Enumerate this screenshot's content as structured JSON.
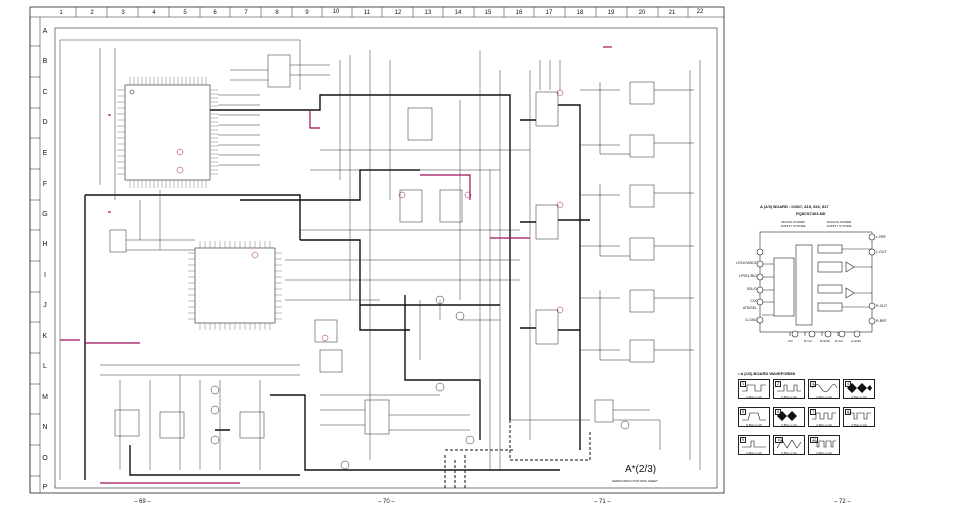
{
  "sheet": {
    "columns": [
      "1",
      "2",
      "3",
      "4",
      "5",
      "6",
      "7",
      "8",
      "9",
      "10",
      "11",
      "12",
      "13",
      "14",
      "15",
      "16",
      "17",
      "18",
      "19",
      "20",
      "21",
      "22"
    ],
    "rows": [
      "A",
      "B",
      "C",
      "D",
      "E",
      "F",
      "G",
      "H",
      "I",
      "J",
      "K",
      "L",
      "M",
      "N",
      "O",
      "P"
    ],
    "page_numbers": [
      "– 69 –",
      "– 70 –",
      "– 71 –",
      "– 72 –"
    ],
    "title": "A*(2/3)",
    "title_note": "SEMICONDUCTOR DATA SHEET"
  },
  "block_diagram": {
    "title": "A (2/3) BOARD : IC807, 815, 816, 817",
    "part": "PQ8CS7403-ND",
    "digital_supply": "DIGITAL POWER SUPPLY SYSTEM",
    "analog_supply": "ANALOG POWER SUPPLY SYSTEM",
    "left_pins": [
      "LRCK/WSCK",
      "LPSEL/RIG",
      "DSL/D",
      "CLK",
      "ATN/SEL",
      "D-GND"
    ],
    "right_pins": [
      "L-REF",
      "L-OUT",
      "R-OUT",
      "R-REF"
    ],
    "bottom_pins": [
      "Vcc",
      "D-Vcc",
      "D-GND",
      "D-Vcc",
      "A-GND"
    ]
  },
  "waveforms": {
    "title": "• A (2/3) BOARD WAVEFORMS",
    "items": [
      {
        "num": "1",
        "caption": "2.8Vp-p (H)"
      },
      {
        "num": "2",
        "caption": "2.8Vp-p (H)"
      },
      {
        "num": "3",
        "caption": "2.8Vp-p (H)"
      },
      {
        "num": "4",
        "caption": "2.8Vp-p (H)"
      },
      {
        "num": "5",
        "caption": "5.8Vp-p (H)"
      },
      {
        "num": "6",
        "caption": "2.8Vp-p (H)"
      },
      {
        "num": "7",
        "caption": "2.8Vp-p (H)"
      },
      {
        "num": "8",
        "caption": "2.8Vp-p (H)"
      },
      {
        "num": "9",
        "caption": "2.8Vp-p (H)"
      },
      {
        "num": "10",
        "caption": "2.8Vp-p (H)"
      },
      {
        "num": "11",
        "caption": "2.8Vp-p (H)"
      }
    ]
  }
}
